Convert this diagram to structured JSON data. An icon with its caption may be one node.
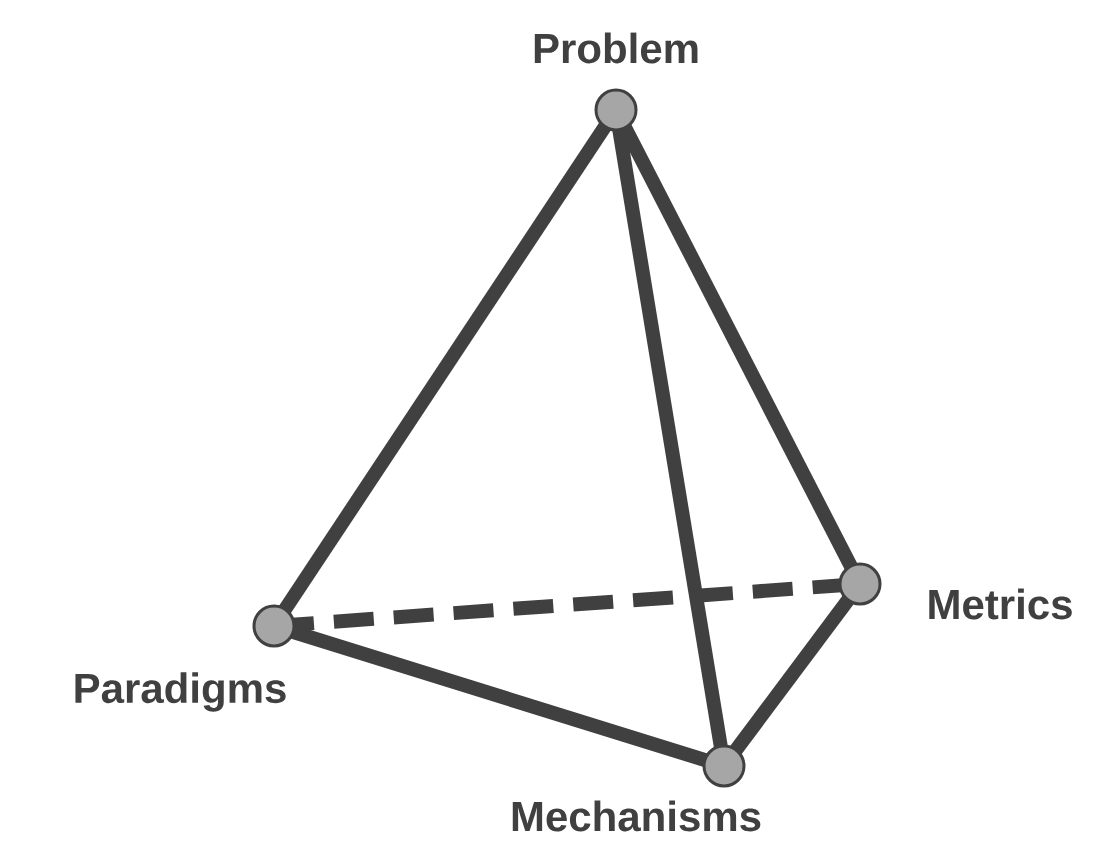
{
  "diagram": {
    "nodes": [
      {
        "text": [
          "Problem"
        ]
      },
      {
        "text": [
          "Paradigms"
        ]
      },
      {
        "text": [
          "Mechanisms"
        ]
      },
      {
        "text": [
          "Metrics"
        ]
      }
    ],
    "edges": [
      {
        "from": 0,
        "to": 1,
        "arrow": "none"
      },
      {
        "from": 0,
        "to": 2,
        "arrow": "none"
      },
      {
        "from": 0,
        "to": 3,
        "arrow": "none"
      },
      {
        "from": 1,
        "to": 2,
        "arrow": "none"
      },
      {
        "from": 2,
        "to": 3,
        "arrow": "none"
      },
      {
        "from": 1,
        "to": 3,
        "arrow": "none",
        "style": "dashed"
      }
    ]
  }
}
